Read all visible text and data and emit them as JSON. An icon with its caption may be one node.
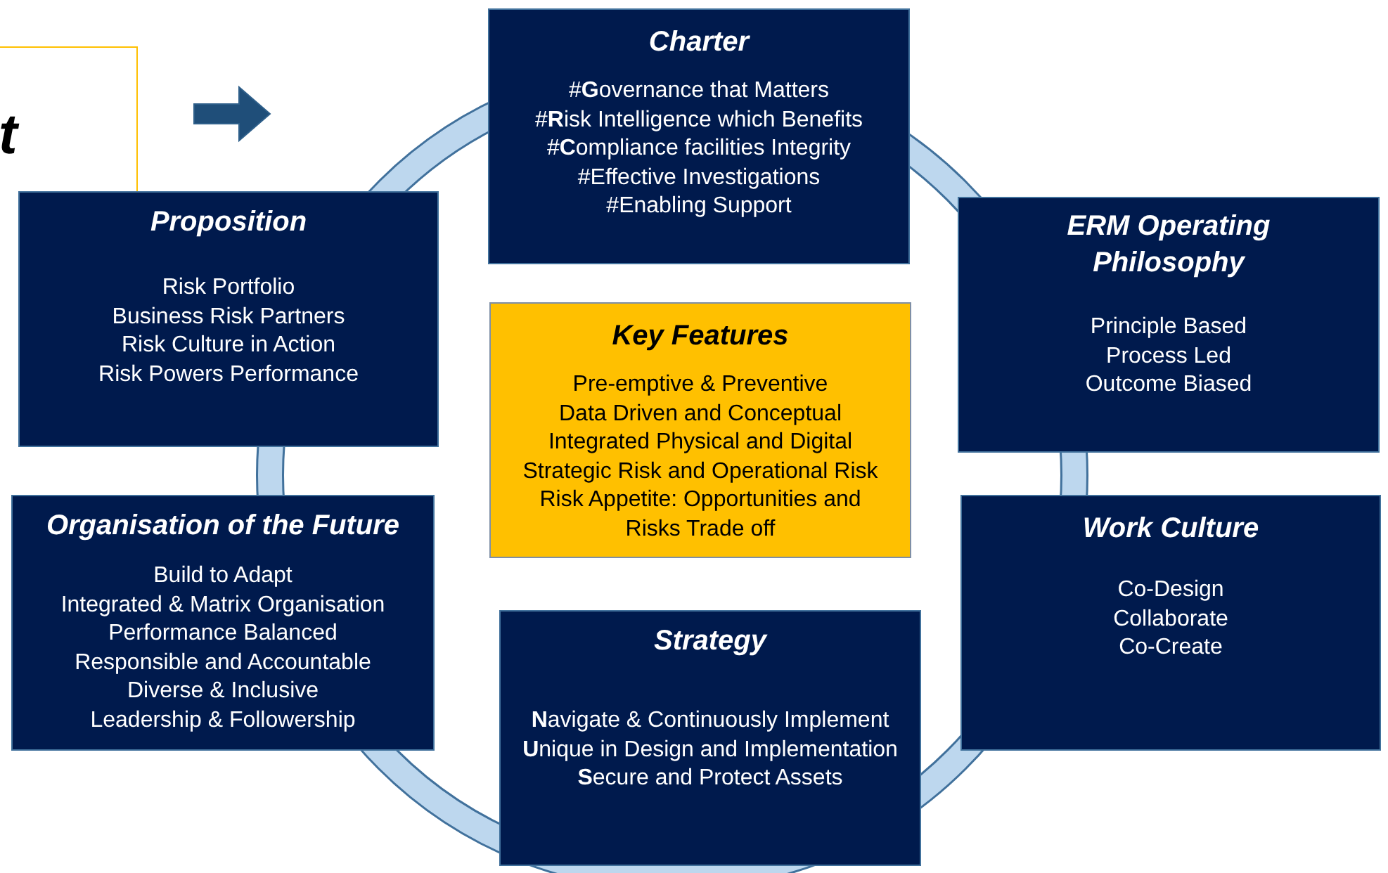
{
  "diagram": {
    "nodes": [
      {
        "text": [
          "t"
        ]
      },
      {
        "text": [
          "Charter",
          "#**G**overnance that Matters",
          "#**R**isk Intelligence which Benefits",
          "#**C**ompliance facilities Integrity",
          "#Effective Investigations",
          "#Enabling Support"
        ]
      },
      {
        "text": [
          "Proposition",
          "Risk Portfolio",
          "Business Risk Partners",
          "Risk Culture in Action",
          "Risk Powers Performance"
        ]
      },
      {
        "text": [
          "ERM Operating Philosophy",
          "Principle Based",
          "Process Led",
          "Outcome Biased"
        ]
      },
      {
        "text": [
          "Key Features",
          "Pre-emptive & Preventive",
          "Data Driven and Conceptual",
          "Integrated Physical and Digital",
          "Strategic Risk and Operational Risk",
          "Risk Appetite: Opportunities and Risks Trade off"
        ]
      },
      {
        "text": [
          "Organisation of the Future",
          "Build to Adapt",
          "Integrated & Matrix Organisation",
          "Performance Balanced",
          "Responsible and Accountable",
          "Diverse & Inclusive",
          "Leadership & Followership"
        ]
      },
      {
        "text": [
          "Work Culture",
          "Co-Design",
          "Collaborate",
          "Co-Create"
        ]
      },
      {
        "text": [
          "Strategy",
          "**N**avigate & Continuously Implement",
          "**U**nique in Design and Implementation",
          "**S**ecure and Protect Assets"
        ]
      }
    ]
  }
}
